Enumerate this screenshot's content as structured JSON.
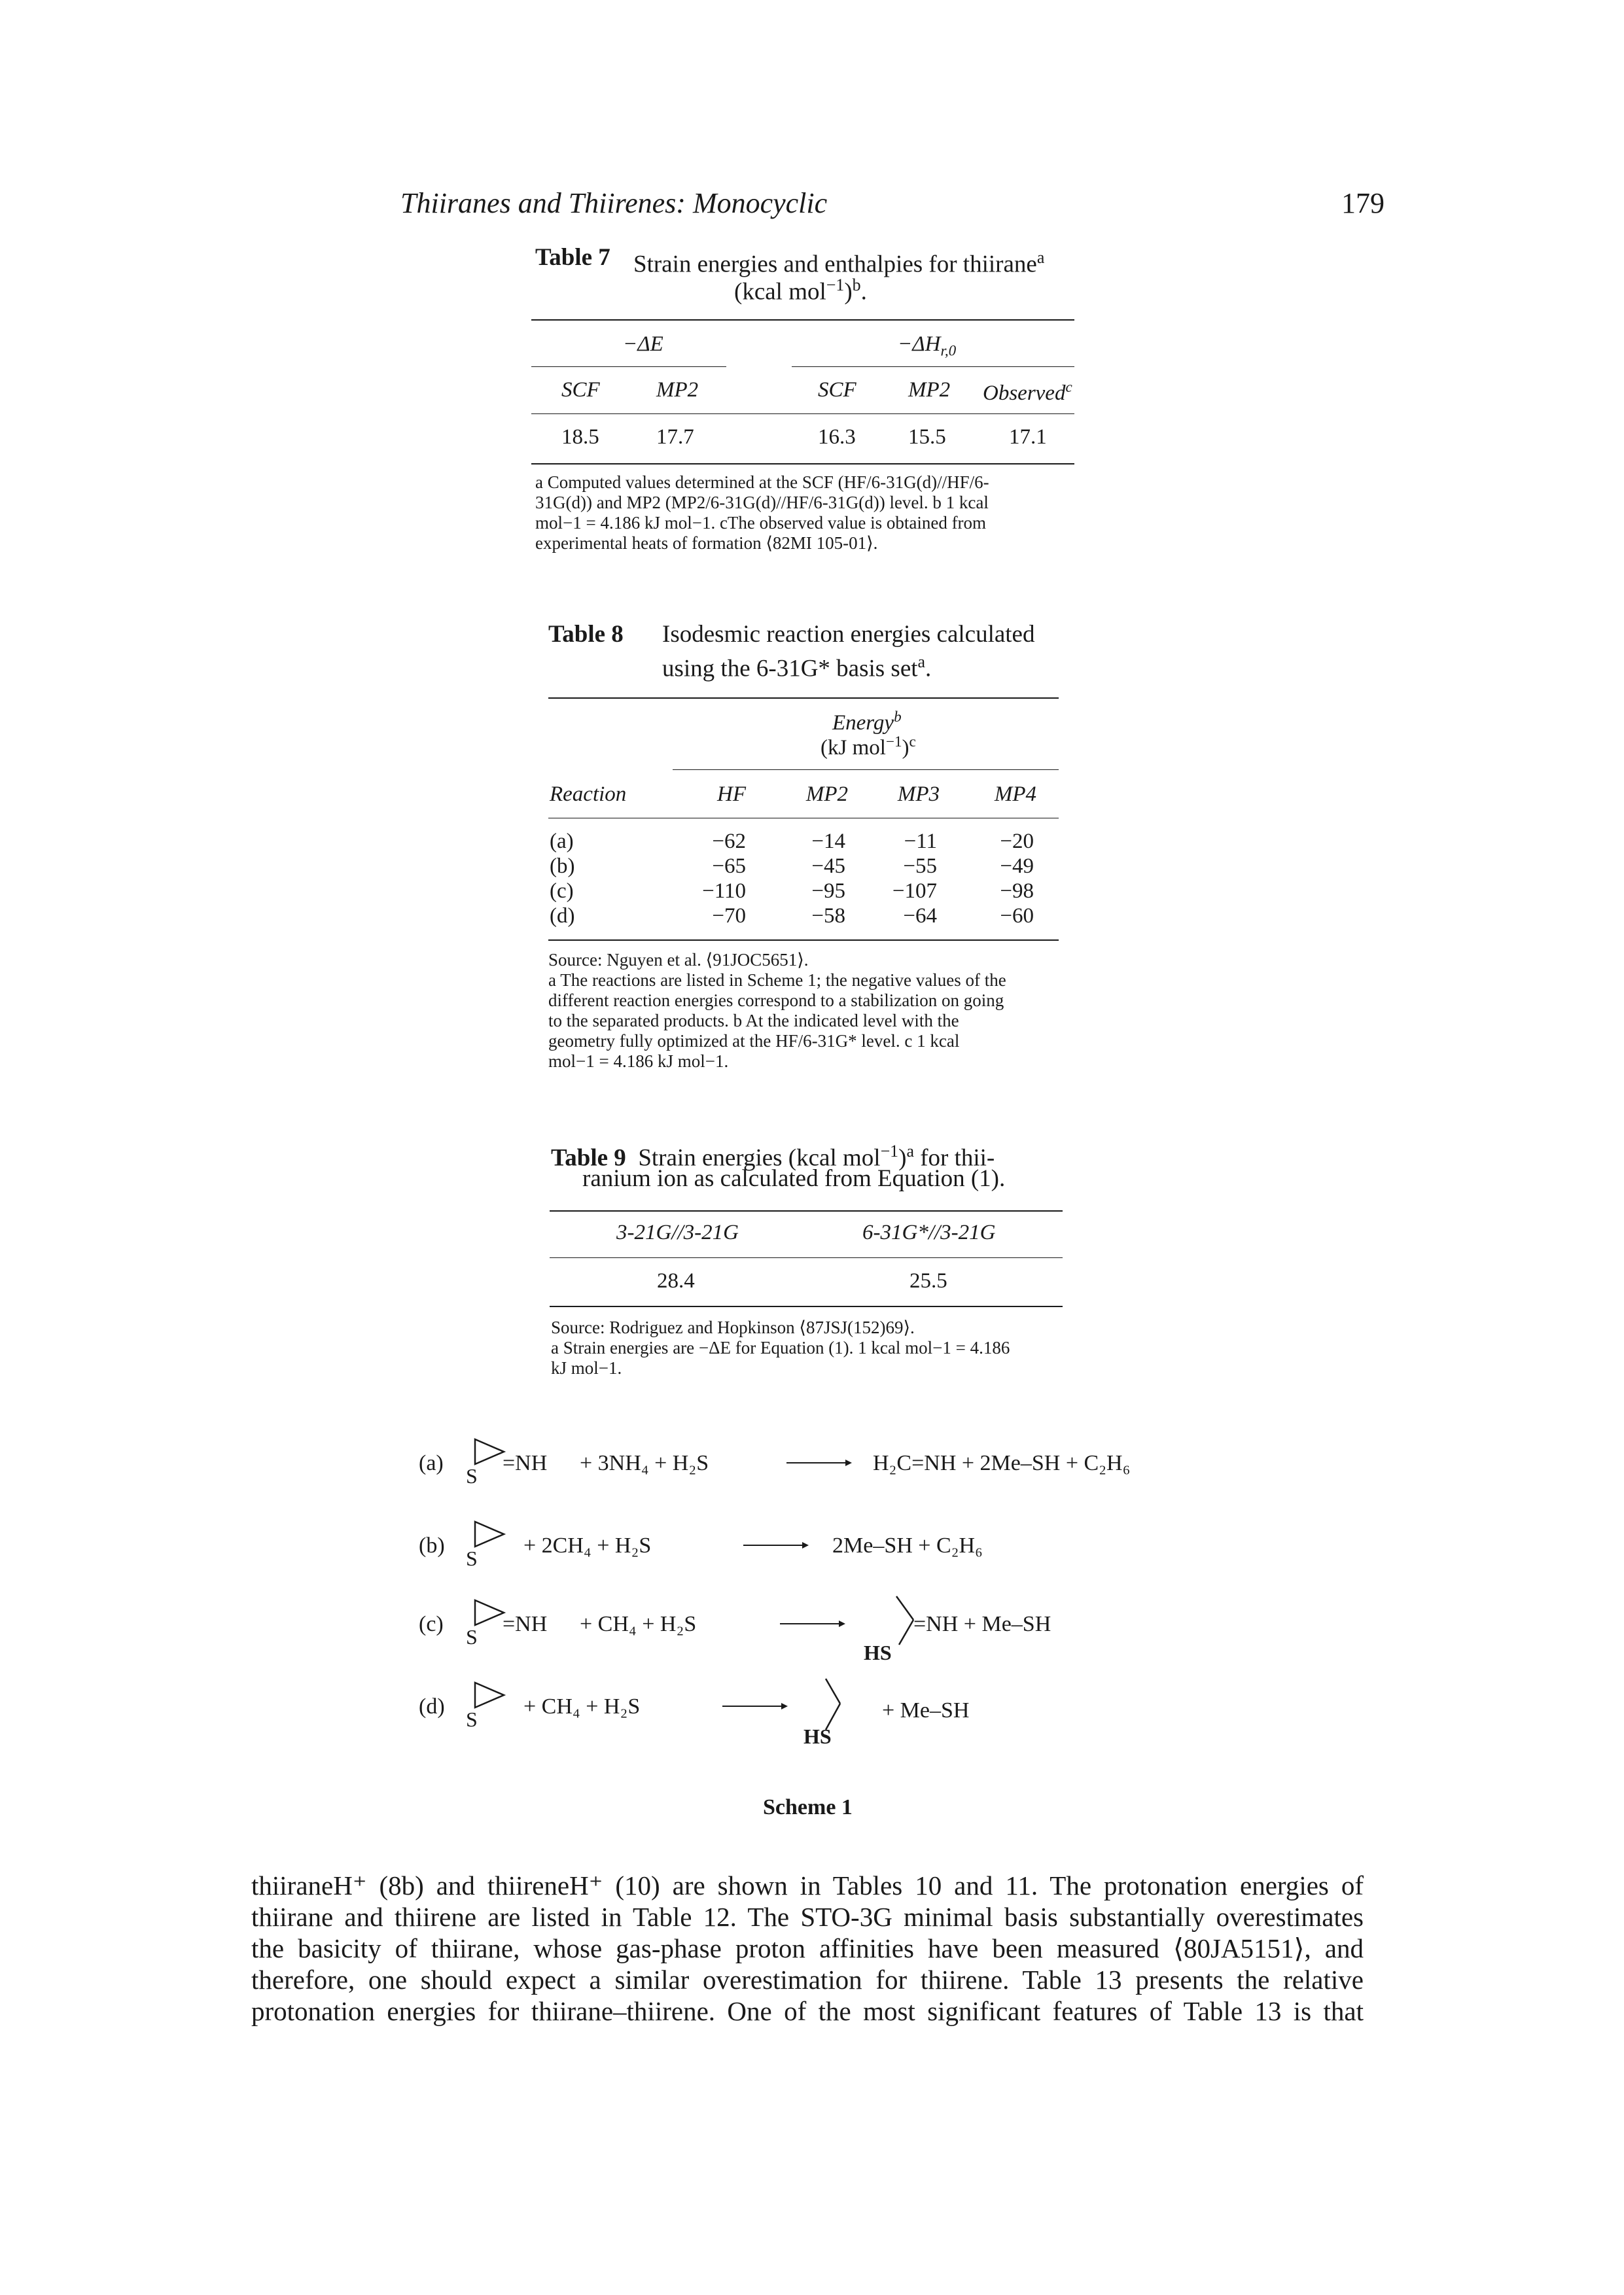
{
  "header": {
    "running_title": "Thiiranes and Thiirenes: Monocyclic",
    "page_number": "179"
  },
  "table7": {
    "label": "Table 7",
    "caption_l1": "Strain energies and enthalpies for thiirane",
    "caption_l1_sup": "a",
    "caption_l2": "(kcal mol",
    "caption_l2_sup1": "−1",
    "caption_l2_mid": ")",
    "caption_l2_sup2": "b",
    "caption_l2_end": ".",
    "group1": "−ΔE",
    "group2": "−ΔH",
    "group2_sub": "r,0",
    "cols": [
      "SCF",
      "MP2",
      "SCF",
      "MP2",
      "Observed"
    ],
    "observed_sup": "c",
    "values": [
      "18.5",
      "17.7",
      "16.3",
      "15.5",
      "17.1"
    ],
    "notes": [
      "a Computed values determined at the SCF (HF/6-31G(d)//HF/6-",
      "31G(d)) and MP2 (MP2/6-31G(d)//HF/6-31G(d)) level.   b 1 kcal",
      "mol−1 = 4.186 kJ mol−1.   cThe observed value is obtained from",
      "experimental heats of formation ⟨82MI 105-01⟩."
    ]
  },
  "table8": {
    "label": "Table 8",
    "caption_l1": "Isodesmic reaction energies calculated",
    "caption_l2": "using the 6-31G* basis set",
    "caption_l2_sup": "a",
    "caption_l2_end": ".",
    "energy_head": "Energy",
    "energy_head_sup": "b",
    "energy_unit": "(kJ mol",
    "energy_unit_sup": "−1",
    "energy_unit_end": ")",
    "energy_unit_sup2": "c",
    "col_reaction": "Reaction",
    "cols": [
      "HF",
      "MP2",
      "MP3",
      "MP4"
    ],
    "rows": [
      {
        "label": "(a)",
        "values": [
          "−62",
          "−14",
          "−11",
          "−20"
        ]
      },
      {
        "label": "(b)",
        "values": [
          "−65",
          "−45",
          "−55",
          "−49"
        ]
      },
      {
        "label": "(c)",
        "values": [
          "−110",
          "−95",
          "−107",
          "−98"
        ]
      },
      {
        "label": "(d)",
        "values": [
          "−70",
          "−58",
          "−64",
          "−60"
        ]
      }
    ],
    "notes": [
      "Source: Nguyen et al. ⟨91JOC5651⟩.",
      "a The reactions are listed in Scheme 1; the negative values of the",
      "different reaction energies correspond to a stabilization on going",
      "to the separated products.   b At the indicated level with the",
      "geometry fully optimized at the HF/6-31G* level.   c 1 kcal",
      "mol−1 = 4.186 kJ mol−1."
    ]
  },
  "table9": {
    "label": "Table 9",
    "caption_l1": "Strain energies (kcal mol",
    "caption_l1_sup1": "−1",
    "caption_l1_mid": ")",
    "caption_l1_sup2": "a",
    "caption_l1_end": " for thii-",
    "caption_l2": "ranium ion as calculated from Equation (1).",
    "cols": [
      "3-21G//3-21G",
      "6-31G*//3-21G"
    ],
    "values": [
      "28.4",
      "25.5"
    ],
    "notes": [
      "Source: Rodriguez and Hopkinson ⟨87JSJ(152)69⟩.",
      "a Strain energies are −ΔE for Equation (1). 1 kcal mol−1 = 4.186",
      "kJ mol−1."
    ]
  },
  "scheme": {
    "title": "Scheme 1",
    "reactions": [
      {
        "label": "(a)",
        "ring_suffix": "=NH",
        "reactants": "+  3NH₄  +  H₂S",
        "products": "H₂C=NH  +  2Me–SH  +  C₂H₆"
      },
      {
        "label": "(b)",
        "ring_suffix": "",
        "reactants": "+  2CH₄  +  H₂S",
        "products": "2Me–SH  +  C₂H₆"
      },
      {
        "label": "(c)",
        "ring_suffix": "=NH",
        "reactants": "+  CH₄  +  H₂S",
        "products": "=NH  +  Me–SH",
        "product_group": "HS"
      },
      {
        "label": "(d)",
        "ring_suffix": "",
        "reactants": "+  CH₄  +  H₂S",
        "products": "+  Me–SH",
        "product_group": "HS"
      }
    ],
    "ring_atom": "S"
  },
  "body": {
    "lines": [
      "thiiraneH⁺ (8b) and thiireneH⁺ (10) are shown in Tables 10 and 11. The protonation energies of",
      "thiirane and thiirene are listed in Table 12. The STO-3G minimal basis substantially overestimates",
      "the basicity of thiirane, whose gas-phase proton affinities have been measured ⟨80JA5151⟩, and",
      "therefore, one should expect a similar overestimation for thiirene. Table 13 presents the relative",
      "protonation energies for thiirane–thiirene. One of the most significant features of Table 13 is that"
    ]
  }
}
